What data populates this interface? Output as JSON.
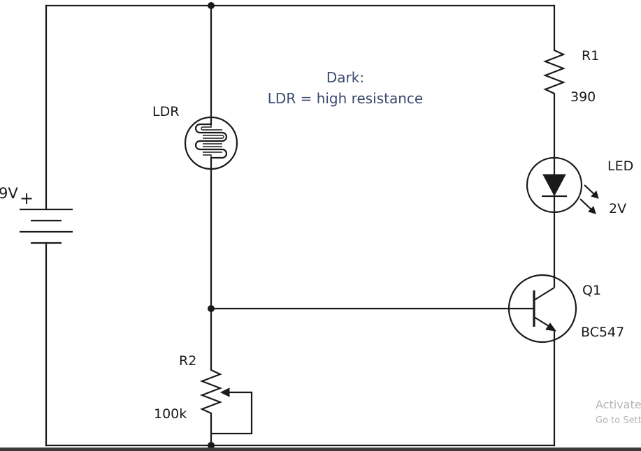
{
  "note": {
    "line1": "Dark:",
    "line2": "LDR = high resistance"
  },
  "battery": {
    "label": "9V",
    "polarity": "+"
  },
  "ldr": {
    "label": "LDR"
  },
  "r1": {
    "label": "R1",
    "value": "390"
  },
  "led": {
    "label": "LED",
    "value": "2V"
  },
  "q1": {
    "label": "Q1",
    "part": "BC547"
  },
  "r2": {
    "label": "R2",
    "value": "100k"
  },
  "watermark": {
    "line1": "Activate",
    "line2": "Go to Sett"
  },
  "colors": {
    "wire": "#1a1a1a",
    "note": "#3a4a6e",
    "watermark": "#b5b5b5"
  }
}
